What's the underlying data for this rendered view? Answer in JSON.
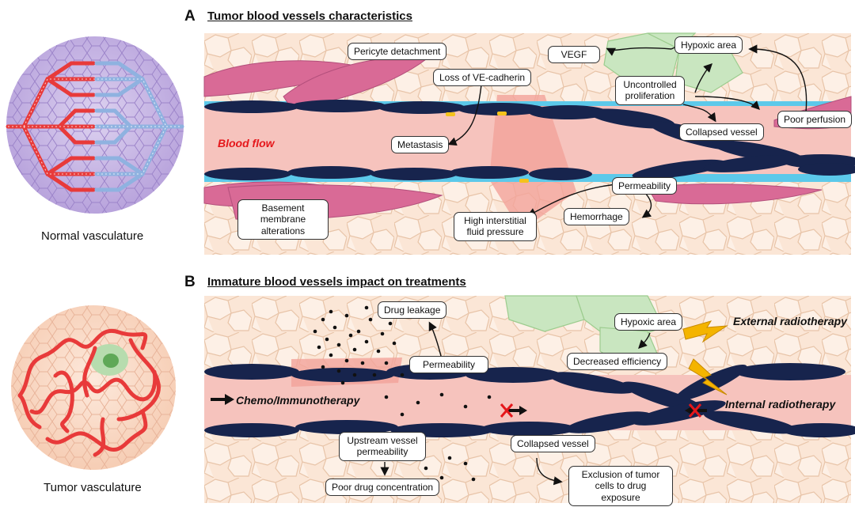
{
  "left": {
    "normal_caption": "Normal vasculature",
    "tumor_caption": "Tumor vasculature"
  },
  "panel_a": {
    "letter": "A",
    "title": "Tumor blood vessels characteristics",
    "blood_flow": "Blood flow",
    "labels": {
      "pericyte_detachment": "Pericyte detachment",
      "loss_ve_cadherin": "Loss of VE-cadherin",
      "vegf": "VEGF",
      "hypoxic_area": "Hypoxic area",
      "uncontrolled_proliferation": "Uncontrolled proliferation",
      "poor_perfusion": "Poor perfusion",
      "collapsed_vessel": "Collapsed vessel",
      "metastasis": "Metastasis",
      "permeability": "Permeability",
      "basement_membrane": "Basement membrane alterations",
      "high_interstitial": "High interstitial fluid pressure",
      "hemorrhage": "Hemorrhage"
    }
  },
  "panel_b": {
    "letter": "B",
    "title": "Immature blood vessels impact on treatments",
    "chemo": "Chemo/Immunotherapy",
    "external_radio": "External radiotherapy",
    "internal_radio": "Internal radiotherapy",
    "labels": {
      "drug_leakage": "Drug leakage",
      "hypoxic_area": "Hypoxic area",
      "decreased_efficiency": "Decreased efficiency",
      "permeability": "Permeability",
      "upstream": "Upstream vessel permeability",
      "collapsed_vessel": "Collapsed vessel",
      "poor_drug": "Poor drug concentration",
      "exclusion": "Exclusion of tumor cells to drug exposure"
    }
  },
  "colors": {
    "tissue": "#fbe6d6",
    "cell_border": "#e8c4a8",
    "blood": "#f6b8b2",
    "endothelium": "#17244d",
    "pericyte": "#d96a96",
    "basement": "#5cc9ea",
    "hypoxic": "#b7dcae",
    "artery": "#e83a3a",
    "vein": "#8fb2e0",
    "bolt": "#f4b400",
    "red_flow": "#e5171b"
  }
}
